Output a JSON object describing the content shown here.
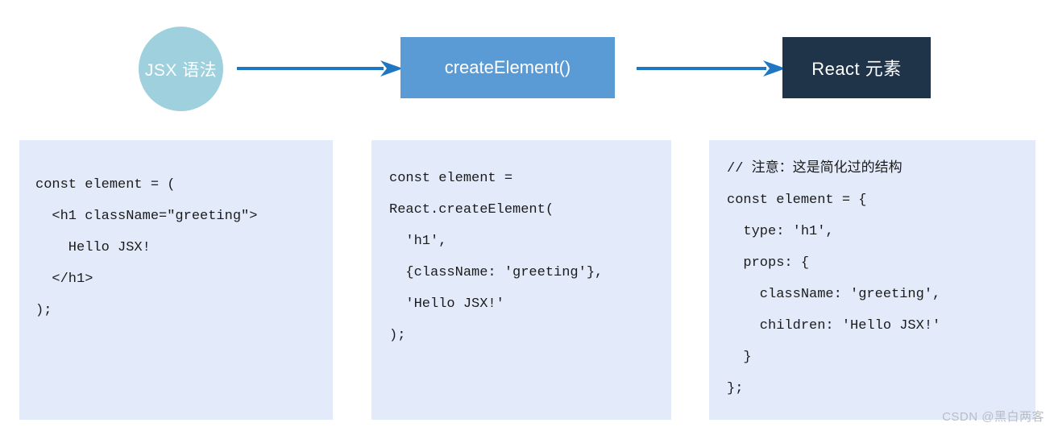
{
  "flow": {
    "nodes": [
      {
        "id": "jsx-syntax",
        "label": "JSX 语法",
        "shape": "circle",
        "fill": "#9ed0de",
        "text_color": "#ffffff"
      },
      {
        "id": "create-element",
        "label": "createElement()",
        "shape": "rect",
        "fill": "#5b9bd5",
        "text_color": "#ffffff"
      },
      {
        "id": "react-element",
        "label": "React 元素",
        "shape": "rect",
        "fill": "#1f3349",
        "text_color": "#ffffff"
      }
    ],
    "arrows": [
      {
        "id": "arrow-1",
        "from": "jsx-syntax",
        "to": "create-element",
        "color": "#1f77c4",
        "direction": "right"
      },
      {
        "id": "arrow-2",
        "from": "create-element",
        "to": "react-element",
        "color": "#1f77c4",
        "direction": "right"
      }
    ]
  },
  "panels": [
    {
      "id": "jsx-code-panel",
      "background": "#e3ebfb",
      "lines": [
        "const element = (",
        "  <h1 className=\"greeting\">",
        "    Hello JSX!",
        "  </h1>",
        ");"
      ]
    },
    {
      "id": "createelement-code-panel",
      "background": "#e3ebfb",
      "lines": [
        "const element =",
        "React.createElement(",
        "  'h1',",
        "  {className: 'greeting'},",
        "  'Hello JSX!'",
        ");"
      ]
    },
    {
      "id": "react-element-code-panel",
      "background": "#e3ebfb",
      "lines": [
        "// 注意：这是简化过的结构",
        "const element = {",
        "  type: 'h1',",
        "  props: {",
        "    className: 'greeting',",
        "    children: 'Hello JSX!'",
        "  }",
        "};"
      ]
    }
  ],
  "watermark": {
    "text": "CSDN @黑白两客",
    "color": "#b9bcc4"
  }
}
